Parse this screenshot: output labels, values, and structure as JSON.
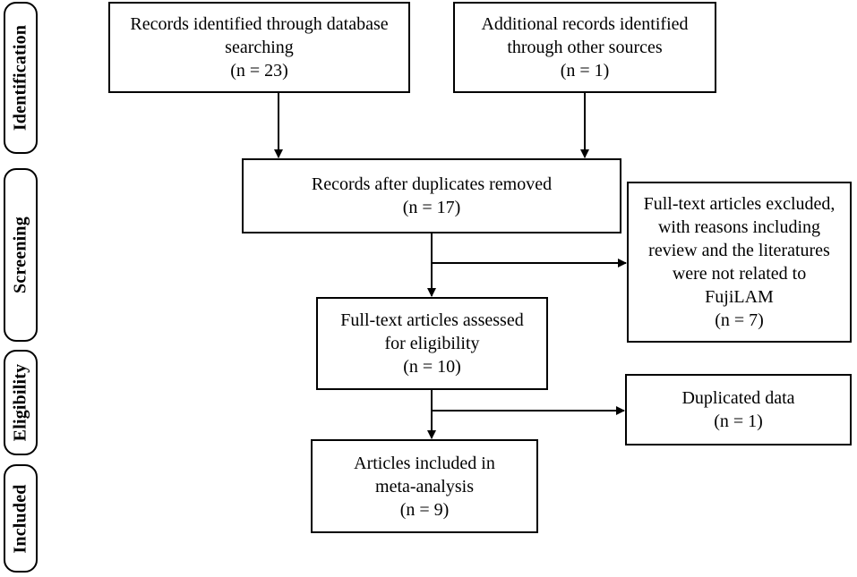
{
  "stages": {
    "identification": "Identification",
    "screening": "Screening",
    "eligibility": "Eligibility",
    "included": "Included"
  },
  "boxes": {
    "database": {
      "line1": "Records identified through database",
      "line2": "searching",
      "count": "(n = 23)"
    },
    "other_sources": {
      "line1": "Additional records identified",
      "line2": "through other sources",
      "count": "(n = 1)"
    },
    "duplicates_removed": {
      "line1": "Records after duplicates removed",
      "count": "(n = 17)"
    },
    "excluded": {
      "line1": "Full-text articles excluded,",
      "line2": "with reasons including",
      "line3": "review and the literatures",
      "line4": "were not related to",
      "line5": "FujiLAM",
      "count": "(n = 7)"
    },
    "assessed": {
      "line1": "Full-text articles assessed",
      "line2": "for eligibility",
      "count": "(n = 10)"
    },
    "duplicated_data": {
      "line1": "Duplicated data",
      "count": "(n = 1)"
    },
    "included": {
      "line1": "Articles included in",
      "line2": "meta-analysis",
      "count": "(n = 9)"
    }
  }
}
